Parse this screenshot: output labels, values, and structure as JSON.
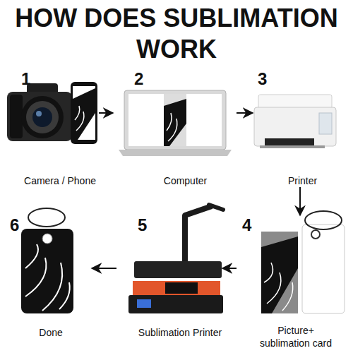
{
  "diagram": {
    "title": "HOW DOES SUBLIMATION WORK",
    "nodes": [
      {
        "text": [
          "1",
          "Camera / Phone"
        ]
      },
      {
        "text": [
          "2",
          "Computer"
        ]
      },
      {
        "text": [
          "3",
          "Printer"
        ]
      },
      {
        "text": [
          "4",
          "Picture+ sublimation card"
        ]
      },
      {
        "text": [
          "5",
          "Sublimation Printer"
        ]
      },
      {
        "text": [
          "6",
          "Done"
        ]
      }
    ],
    "edges": [
      {
        "from": 0,
        "to": 1,
        "arrow": "to"
      },
      {
        "from": 1,
        "to": 2,
        "arrow": "to"
      },
      {
        "from": 2,
        "to": 3,
        "arrow": "to"
      },
      {
        "from": 3,
        "to": 4,
        "arrow": "to"
      },
      {
        "from": 4,
        "to": 5,
        "arrow": "to"
      }
    ]
  }
}
